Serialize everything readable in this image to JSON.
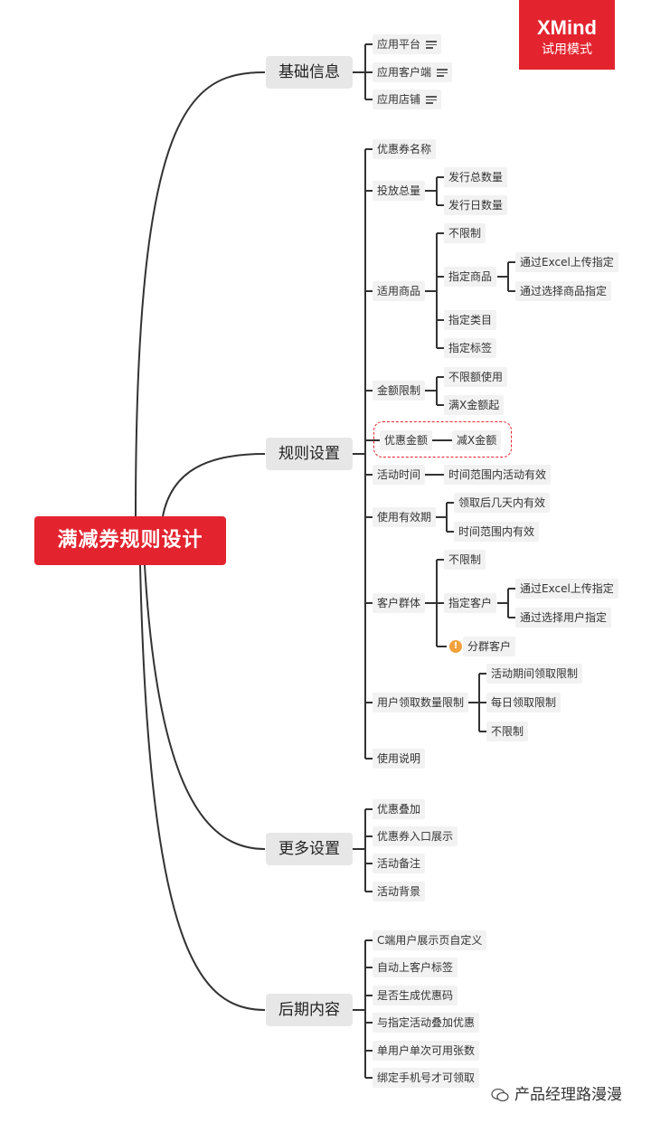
{
  "badge": {
    "title": "XMind",
    "subtitle": "试用模式"
  },
  "root": {
    "label": "满减券规则设计"
  },
  "branches": {
    "basic": {
      "label": "基础信息",
      "items": [
        "应用平台",
        "应用客户端",
        "应用店铺"
      ]
    },
    "rules": {
      "label": "规则设置",
      "coupon_name": "优惠券名称",
      "issue_total": {
        "label": "投放总量",
        "children": [
          "发行总数量",
          "发行日数量"
        ]
      },
      "applicable_goods": {
        "label": "适用商品",
        "no_limit": "不限制",
        "specified_goods": {
          "label": "指定商品",
          "children": [
            "通过Excel上传指定",
            "通过选择商品指定"
          ]
        },
        "specified_category": "指定类目",
        "specified_tag": "指定标签"
      },
      "amount_limit": {
        "label": "金额限制",
        "children": [
          "不限额使用",
          "满X金额起"
        ]
      },
      "discount_amount": {
        "label": "优惠金额",
        "child": "减X金额"
      },
      "activity_time": {
        "label": "活动时间",
        "child": "时间范围内活动有效"
      },
      "validity": {
        "label": "使用有效期",
        "children": [
          "领取后几天内有效",
          "时间范围内有效"
        ]
      },
      "customer_group": {
        "label": "客户群体",
        "no_limit": "不限制",
        "specified_customer": {
          "label": "指定客户",
          "children": [
            "通过Excel上传指定",
            "通过选择用户指定"
          ]
        },
        "segment_customer": "分群客户"
      },
      "claim_limit": {
        "label": "用户领取数量限制",
        "children": [
          "活动期间领取限制",
          "每日领取限制",
          "不限制"
        ]
      },
      "instructions": "使用说明"
    },
    "more": {
      "label": "更多设置",
      "items": [
        "优惠叠加",
        "优惠券入口展示",
        "活动备注",
        "活动背景"
      ]
    },
    "later": {
      "label": "后期内容",
      "items": [
        "C端用户展示页自定义",
        "自动上客户标签",
        "是否生成优惠码",
        "与指定活动叠加优惠",
        "单用户单次可用张数",
        "绑定手机号才可领取"
      ]
    }
  },
  "watermark": "产品经理路漫漫",
  "colors": {
    "accent": "#e3242f",
    "line": "#333333",
    "node_bg": "#f2f2f2",
    "warning": "#f2a13c"
  },
  "icons": {
    "note": "note-lines-icon",
    "warning": "exclamation-icon",
    "watermark": "wechat-icon"
  }
}
